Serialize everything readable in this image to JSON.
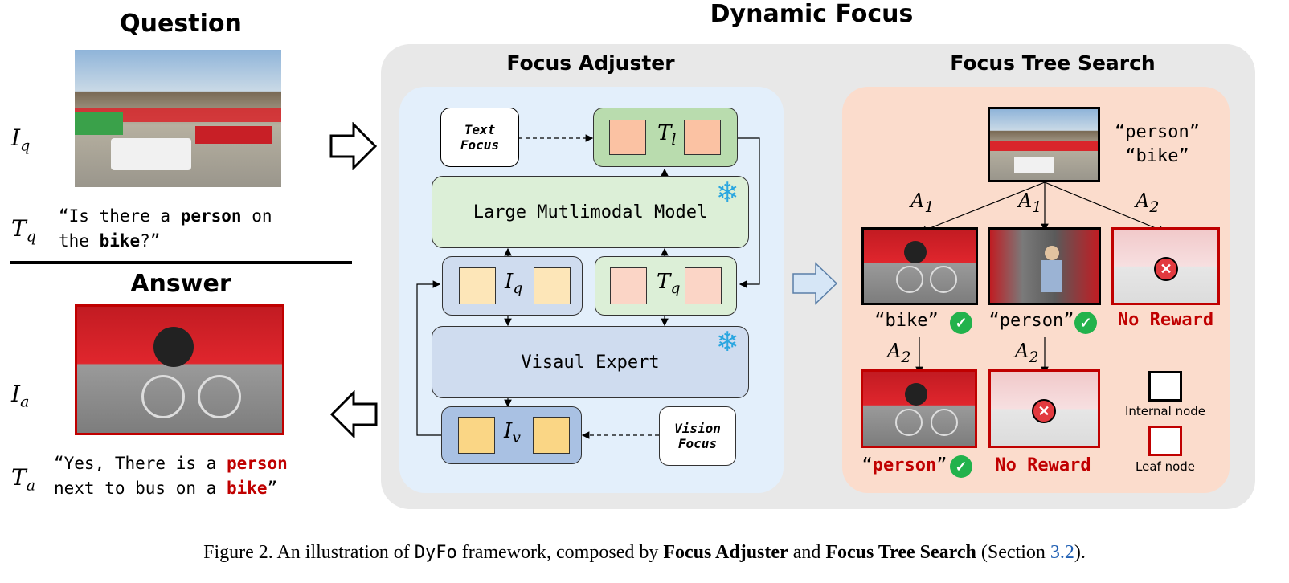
{
  "title": "Dynamic Focus",
  "left": {
    "question_heading": "Question",
    "answer_heading": "Answer",
    "iq_label": "I",
    "iq_sub": "q",
    "tq_label": "T",
    "tq_sub": "q",
    "ia_label": "I",
    "ia_sub": "a",
    "ta_label": "T",
    "ta_sub": "a",
    "question_line1_a": "“Is there a ",
    "question_line1_b": "person",
    "question_line1_c": " on",
    "question_line2_a": "the ",
    "question_line2_b": "bike",
    "question_line2_c": "?”",
    "answer_line1_a": "“Yes, There is a ",
    "answer_line1_b": "person",
    "answer_line2_a": "next to bus on a ",
    "answer_line2_b": "bike",
    "answer_line2_c": "”"
  },
  "focus_adjuster": {
    "heading": "Focus Adjuster",
    "text_focus": "Text Focus",
    "vision_focus": "Vision Focus",
    "lmm": "Large Mutlimodal Model",
    "visual_expert": "Visaul Expert",
    "tl_label": "T",
    "tl_sub": "l",
    "iq_label": "I",
    "iq_sub": "q",
    "tq_label": "T",
    "tq_sub": "q",
    "iv_label": "I",
    "iv_sub": "v",
    "snowflake": "❄"
  },
  "focus_tree": {
    "heading": "Focus Tree Search",
    "root_query_1": "“person”",
    "root_query_2": "“bike”",
    "action_1": "A",
    "action_1_sub": "1",
    "action_2": "A",
    "action_2_sub": "2",
    "node_bike": "“bike”",
    "node_person": "“person”",
    "no_reward": "No Reward",
    "leaf_person_open": "“",
    "leaf_person_word": "person",
    "leaf_person_close": "”",
    "legend_internal": "Internal node",
    "legend_leaf": "Leaf node",
    "check_icon": "✓",
    "cross_icon": "✕"
  },
  "caption": {
    "prefix": "Figure 2. An illustration of ",
    "code": "DyFo",
    "middle": " framework, composed by ",
    "bold1": "Focus Adjuster",
    "and": " and ",
    "bold2": "Focus Tree Search",
    "section_open": " (Section ",
    "section_ref": "3.2",
    "section_close": ")."
  },
  "colors": {
    "panel_gray": "#e8e8e8",
    "adjuster_bg": "#e3effb",
    "tree_bg": "#fbdccc",
    "green_box": "#dcefd7",
    "blue_box": "#cfdcef",
    "iv_box": "#a9c1e3",
    "token_yellow": "#fde6b8",
    "token_yellow_dark": "#fad685",
    "token_peach": "#fbc2a3",
    "token_peach_light": "#fbd5c6",
    "red": "#c00000",
    "check_green": "#22b24c",
    "link_blue": "#1f5fb3"
  }
}
